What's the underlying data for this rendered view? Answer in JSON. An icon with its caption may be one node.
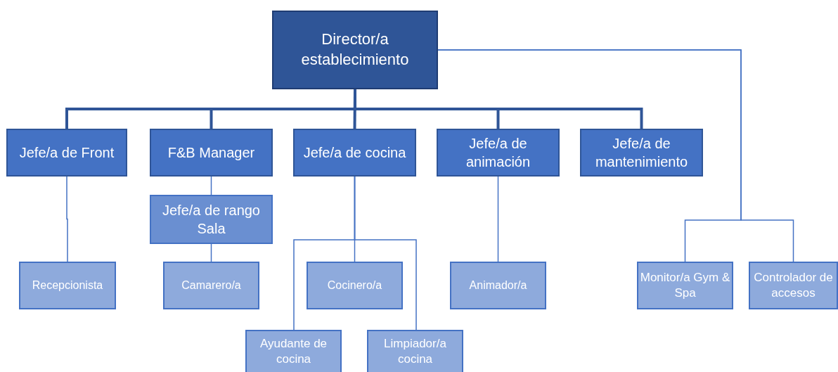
{
  "diagram": {
    "nodes": [
      {
        "text": [
          "Director/a establecimiento"
        ]
      },
      {
        "text": [
          "Jefe/a de Front"
        ]
      },
      {
        "text": [
          "F&B Manager"
        ]
      },
      {
        "text": [
          "Jefe/a de cocina"
        ]
      },
      {
        "text": [
          "Jefe/a de animación"
        ]
      },
      {
        "text": [
          "Jefe/a de mantenimiento"
        ]
      },
      {
        "text": [
          "Jefe/a de rango Sala"
        ]
      },
      {
        "text": [
          "Recepcionista"
        ]
      },
      {
        "text": [
          "Camarero/a"
        ]
      },
      {
        "text": [
          "Cocinero/a"
        ]
      },
      {
        "text": [
          "Animador/a"
        ]
      },
      {
        "text": [
          "Monitor/a Gym & Spa"
        ]
      },
      {
        "text": [
          "Controlador de accesos"
        ]
      },
      {
        "text": [
          "Ayudante de cocina"
        ]
      },
      {
        "text": [
          "Limpiador/a cocina"
        ]
      }
    ],
    "edges": [
      {
        "from": 0,
        "to": 1,
        "arrow": "none",
        "style": "thick",
        "color": "#2f5597"
      },
      {
        "from": 0,
        "to": 2,
        "arrow": "none",
        "style": "thick",
        "color": "#2f5597"
      },
      {
        "from": 0,
        "to": 3,
        "arrow": "none",
        "style": "thick",
        "color": "#2f5597"
      },
      {
        "from": 0,
        "to": 4,
        "arrow": "none",
        "style": "thick",
        "color": "#2f5597"
      },
      {
        "from": 0,
        "to": 5,
        "arrow": "none",
        "style": "thick",
        "color": "#2f5597"
      },
      {
        "from": 0,
        "to": 11,
        "arrow": "none"
      },
      {
        "from": 0,
        "to": 12,
        "arrow": "none"
      },
      {
        "from": 1,
        "to": 7,
        "arrow": "none"
      },
      {
        "from": 2,
        "to": 6,
        "arrow": "none"
      },
      {
        "from": 6,
        "to": 8,
        "arrow": "none"
      },
      {
        "from": 3,
        "to": 9,
        "arrow": "none"
      },
      {
        "from": 3,
        "to": 13,
        "arrow": "none"
      },
      {
        "from": 3,
        "to": 14,
        "arrow": "none"
      },
      {
        "from": 4,
        "to": 10,
        "arrow": "none"
      }
    ]
  }
}
